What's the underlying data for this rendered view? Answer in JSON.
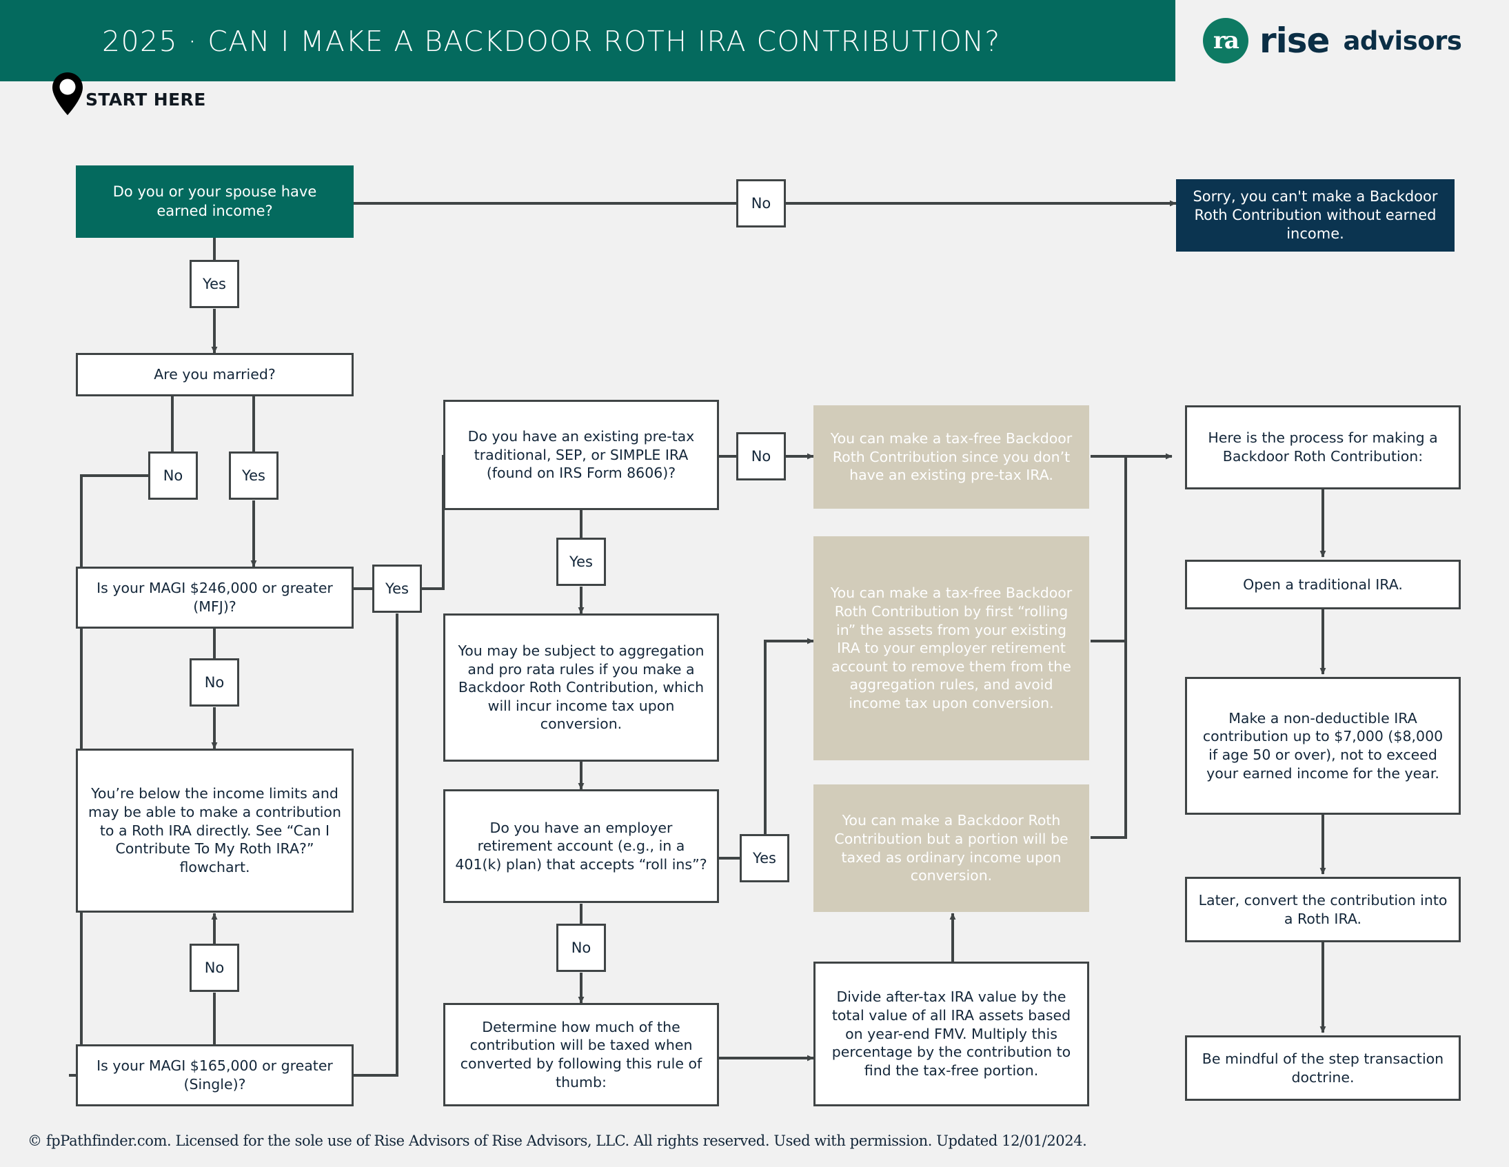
{
  "header": {
    "title": "2025 · CAN I MAKE A BACKDOOR ROTH IRA CONTRIBUTION?",
    "logo_mark": "ra",
    "logo_name": "rise",
    "logo_sub": "advisors",
    "brand_green": "#046A5E",
    "brand_navy": "#0B3450",
    "brand_tan": "#D2CCBA"
  },
  "start": {
    "label": "START HERE",
    "pin_icon": "map-pin-icon"
  },
  "nodes": {
    "earned_income": "Do you or your spouse have earned income?",
    "no_earned_income": "Sorry, you can't make a Backdoor Roth Contribution without earned income.",
    "married": "Are you married?",
    "magi_mfj": "Is your MAGI $246,000 or greater (MFJ)?",
    "below_limits": "You’re below the income limits and may be able to make a contribution to a Roth IRA directly. See “Can I Contribute To My Roth IRA?” flowchart.",
    "magi_single": "Is your MAGI $165,000 or greater (Single)?",
    "existing_pretax": "Do you have an existing pre-tax traditional, SEP, or SIMPLE IRA (found on IRS Form 8606)?",
    "aggregation": "You may be subject to aggregation and pro rata rules if you make a Backdoor Roth Contribution, which will incur income tax upon conversion.",
    "employer_rollin": "Do you have an employer retirement account (e.g., in a 401(k) plan) that accepts “roll ins”?",
    "determine_taxed": "Determine how much of the contribution will be taxed when converted by following this rule of thumb:",
    "taxfree_no_pretax": "You can make a tax-free Backdoor Roth Contribution since you don’t have an existing pre-tax IRA.",
    "taxfree_rollin": "You can make a tax-free Backdoor Roth Contribution by first “rolling in” the assets from your existing IRA to your employer retirement account to remove them from the aggregation rules, and avoid income tax upon conversion.",
    "partially_taxed": "You can make a Backdoor Roth Contribution but a portion will be taxed as ordinary income upon conversion.",
    "divide_formula": "Divide after-tax IRA value by the total value of all IRA assets based on year-end FMV. Multiply this percentage by the contribution to find the tax-free portion.",
    "process_intro": "Here is the process for making a Backdoor Roth Contribution:",
    "open_ira": "Open a traditional IRA.",
    "nondeductible": "Make a non-deductible IRA contribution up to $7,000 ($8,000 if age 50 or over), not to exceed your earned income for the year.",
    "convert_later": "Later, convert the contribution into a Roth IRA.",
    "step_doctrine": "Be mindful of the step transaction doctrine."
  },
  "chips": {
    "earned_no": "No",
    "earned_yes": "Yes",
    "married_no": "No",
    "married_yes": "Yes",
    "magi_mfj_no": "No",
    "magi_single_no": "No",
    "magi_yes": "Yes",
    "pretax_no": "No",
    "pretax_yes": "Yes",
    "rollin_yes": "Yes",
    "rollin_no": "No"
  },
  "footer": {
    "text": "© fpPathfinder.com. Licensed for the sole use of Rise Advisors of Rise Advisors, LLC. All rights reserved. Used with permission. Updated 12/01/2024."
  }
}
